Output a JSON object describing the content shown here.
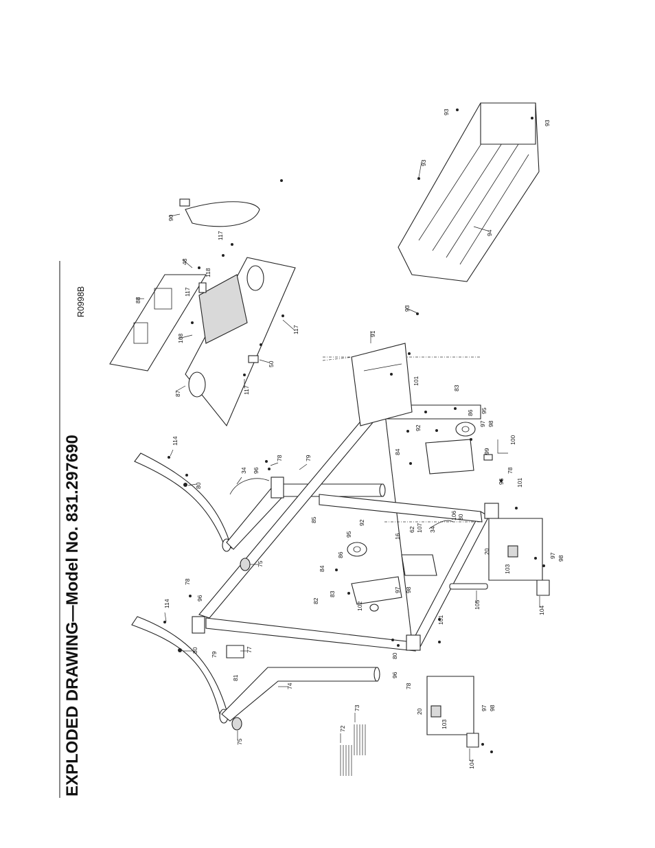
{
  "page": {
    "title": "EXPLODED DRAWING—Model No. 831.297690",
    "doc_id": "R0998B"
  },
  "callouts": {
    "c114a": "114",
    "c80a": "80",
    "c78a": "78",
    "c96a": "96",
    "c79a": "79",
    "c34a": "34",
    "c85": "85",
    "c75a": "75",
    "c82": "82",
    "c114b": "114",
    "c78b": "78",
    "c96b": "96",
    "c80b": "80",
    "c79b": "79",
    "c77": "77",
    "c81": "81",
    "c74": "74",
    "c75b": "75",
    "c72": "72",
    "c73": "73",
    "c20a": "20",
    "c103a": "103",
    "c97a": "97",
    "c98a": "98",
    "c104a": "104",
    "c96c": "96",
    "c78c": "78",
    "c80c": "80",
    "c101a": "101",
    "c102": "102",
    "c83a": "83",
    "c84a": "84",
    "c86a": "86",
    "c95a": "95",
    "c92a": "92",
    "c16": "16",
    "c62": "62",
    "c107": "107",
    "c34b": "34",
    "c106": "106",
    "c80d": "80",
    "c97b": "97",
    "c98b": "98",
    "c105": "105",
    "c20b": "20",
    "c103b": "103",
    "c97c": "97",
    "c98c": "98",
    "c104b": "104",
    "c96d": "96",
    "c78d": "78",
    "c101b": "101",
    "c99": "99",
    "c100": "100",
    "c97d": "97",
    "c98d": "98",
    "c95b": "95",
    "c86b": "86",
    "c83b": "83",
    "c92b": "92",
    "c84b": "84",
    "c101c": "101",
    "c91": "91",
    "c87": "87",
    "c117a": "117",
    "c50": "50",
    "c117b": "117",
    "c108": "108",
    "c88": "88",
    "c117c": "117",
    "c118": "118",
    "c48": "48",
    "c117d": "117",
    "c90": "90",
    "c93a": "93",
    "c93b": "93",
    "c93c": "93",
    "c93d": "93",
    "c94": "94"
  }
}
